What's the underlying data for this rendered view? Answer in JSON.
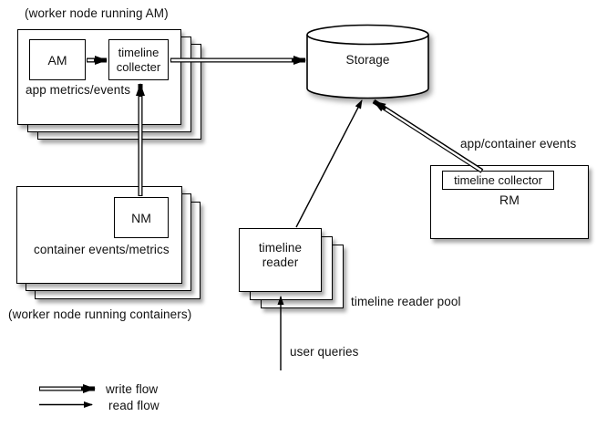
{
  "colors": {
    "ink": "#111111",
    "paper": "#ffffff"
  },
  "worker_am": {
    "note": "(worker node running AM)",
    "am_label": "AM",
    "collector_label": "timeline\ncollecter",
    "events_label": "app metrics/events"
  },
  "storage": {
    "label": "Storage"
  },
  "rm": {
    "events_label": "app/container events",
    "collector_label": "timeline collector",
    "label": "RM"
  },
  "worker_containers": {
    "nm_label": "NM",
    "events_label": "container events/metrics",
    "note": "(worker node running containers)"
  },
  "reader_pool": {
    "reader_label": "timeline\nreader",
    "pool_label": "timeline reader pool",
    "queries_label": "user queries"
  },
  "legend": {
    "write_label": "write flow",
    "read_label": "read flow"
  }
}
